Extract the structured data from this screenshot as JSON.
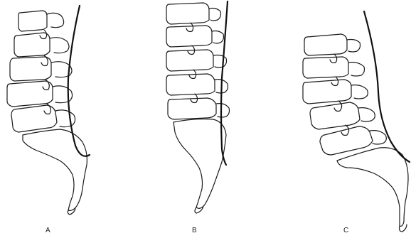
{
  "figure": {
    "panels": [
      {
        "id": "A",
        "label": "A"
      },
      {
        "id": "B",
        "label": "B"
      },
      {
        "id": "C",
        "label": "C"
      }
    ],
    "colors": {
      "line": "#1a1a1a",
      "background": "#ffffff"
    }
  }
}
